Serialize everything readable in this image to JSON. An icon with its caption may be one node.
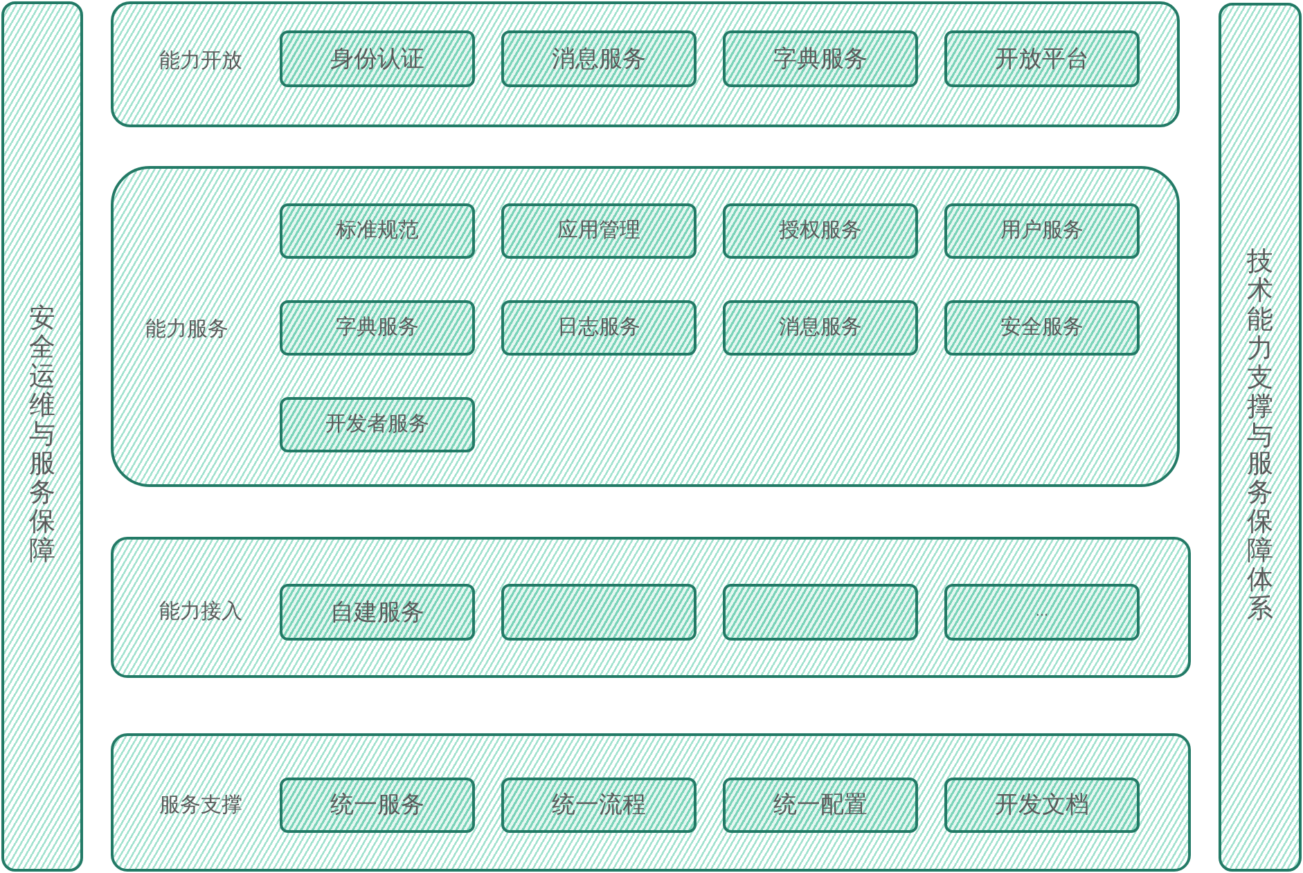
{
  "diagram": {
    "nodes": [
      {
        "text": [
          "安全运维与服务保障"
        ]
      },
      {
        "text": [
          "能力开放"
        ]
      },
      {
        "text": [
          "身份认证"
        ],
        "in": 1
      },
      {
        "text": [
          "消息服务"
        ],
        "in": 1
      },
      {
        "text": [
          "字典服务"
        ],
        "in": 1
      },
      {
        "text": [
          "开放平台"
        ],
        "in": 1
      },
      {
        "text": [
          "能力服务"
        ]
      },
      {
        "text": [
          "标准规范"
        ],
        "in": 6
      },
      {
        "text": [
          "应用管理"
        ],
        "in": 6
      },
      {
        "text": [
          "授权服务"
        ],
        "in": 6
      },
      {
        "text": [
          "用户服务"
        ],
        "in": 6
      },
      {
        "text": [
          "字典服务"
        ],
        "in": 6
      },
      {
        "text": [
          "日志服务"
        ],
        "in": 6
      },
      {
        "text": [
          "消息服务"
        ],
        "in": 6
      },
      {
        "text": [
          "安全服务"
        ],
        "in": 6
      },
      {
        "text": [
          "开发者服务"
        ],
        "in": 6
      },
      {
        "text": [
          "能力接入"
        ]
      },
      {
        "text": [
          "自建服务"
        ],
        "in": 16
      },
      {
        "text": [],
        "shape": "box",
        "in": 16
      },
      {
        "text": [],
        "shape": "box",
        "in": 16
      },
      {
        "text": [
          "..."
        ],
        "in": 16
      },
      {
        "text": [
          "服务支撑"
        ]
      },
      {
        "text": [
          "统一服务"
        ],
        "in": 21
      },
      {
        "text": [
          "统一流程"
        ],
        "in": 21
      },
      {
        "text": [
          "统一配置"
        ],
        "in": 21
      },
      {
        "text": [
          "开发文档"
        ],
        "in": 21
      },
      {
        "text": [
          "技术能力支撑与服务保障体系"
        ]
      }
    ]
  }
}
